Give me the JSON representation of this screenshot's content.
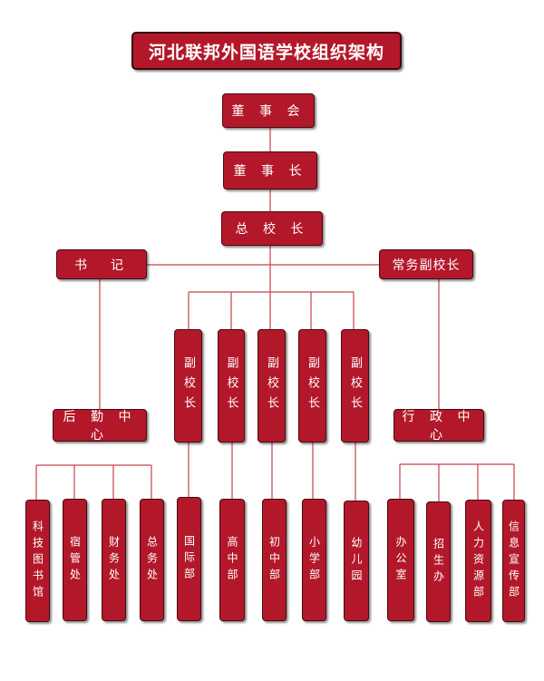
{
  "colors": {
    "box_fill": "#b3182a",
    "line": "#c9404c",
    "text": "#ffffff"
  },
  "title": "河北联邦外国语学校组织架构",
  "nodes": {
    "board": "董 事 会",
    "chairman": "董 事 长",
    "principal": "总 校 长",
    "secretary": "书　记",
    "exec_vp": "常务副校长",
    "vice_principals": [
      "副校长",
      "副校长",
      "副校长",
      "副校长",
      "副校长"
    ],
    "logistics": "后 勤 中 心",
    "admin": "行 政 中 心",
    "logistics_depts": [
      "科技图书馆",
      "宿管处",
      "财务处",
      "总务处"
    ],
    "school_depts": [
      "国际部",
      "高中部",
      "初中部",
      "小学部",
      "幼儿园"
    ],
    "admin_depts": [
      "办公室",
      "招生办",
      "人力资源部",
      "信息宣传部"
    ]
  }
}
